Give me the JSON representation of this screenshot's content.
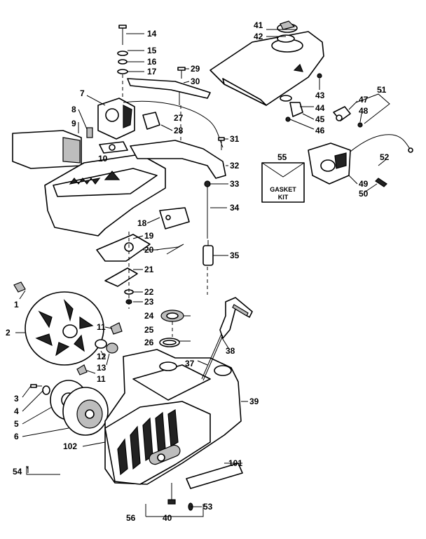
{
  "callouts": [
    "14",
    "15",
    "16",
    "17",
    "7",
    "8",
    "9",
    "10",
    "29",
    "30",
    "27",
    "28",
    "31",
    "32",
    "33",
    "34",
    "18",
    "19",
    "20",
    "21",
    "22",
    "23",
    "24",
    "25",
    "26",
    "35",
    "41",
    "42",
    "43",
    "44",
    "45",
    "46",
    "47",
    "48",
    "51",
    "52",
    "49",
    "50",
    "55",
    "1",
    "2",
    "11",
    "12",
    "13",
    "3",
    "4",
    "5",
    "6",
    "102",
    "38",
    "37",
    "39",
    "101",
    "54",
    "56",
    "40",
    "53"
  ],
  "gasket_kit": {
    "number": "55",
    "line1": "GASKET",
    "line2": "KIT"
  }
}
